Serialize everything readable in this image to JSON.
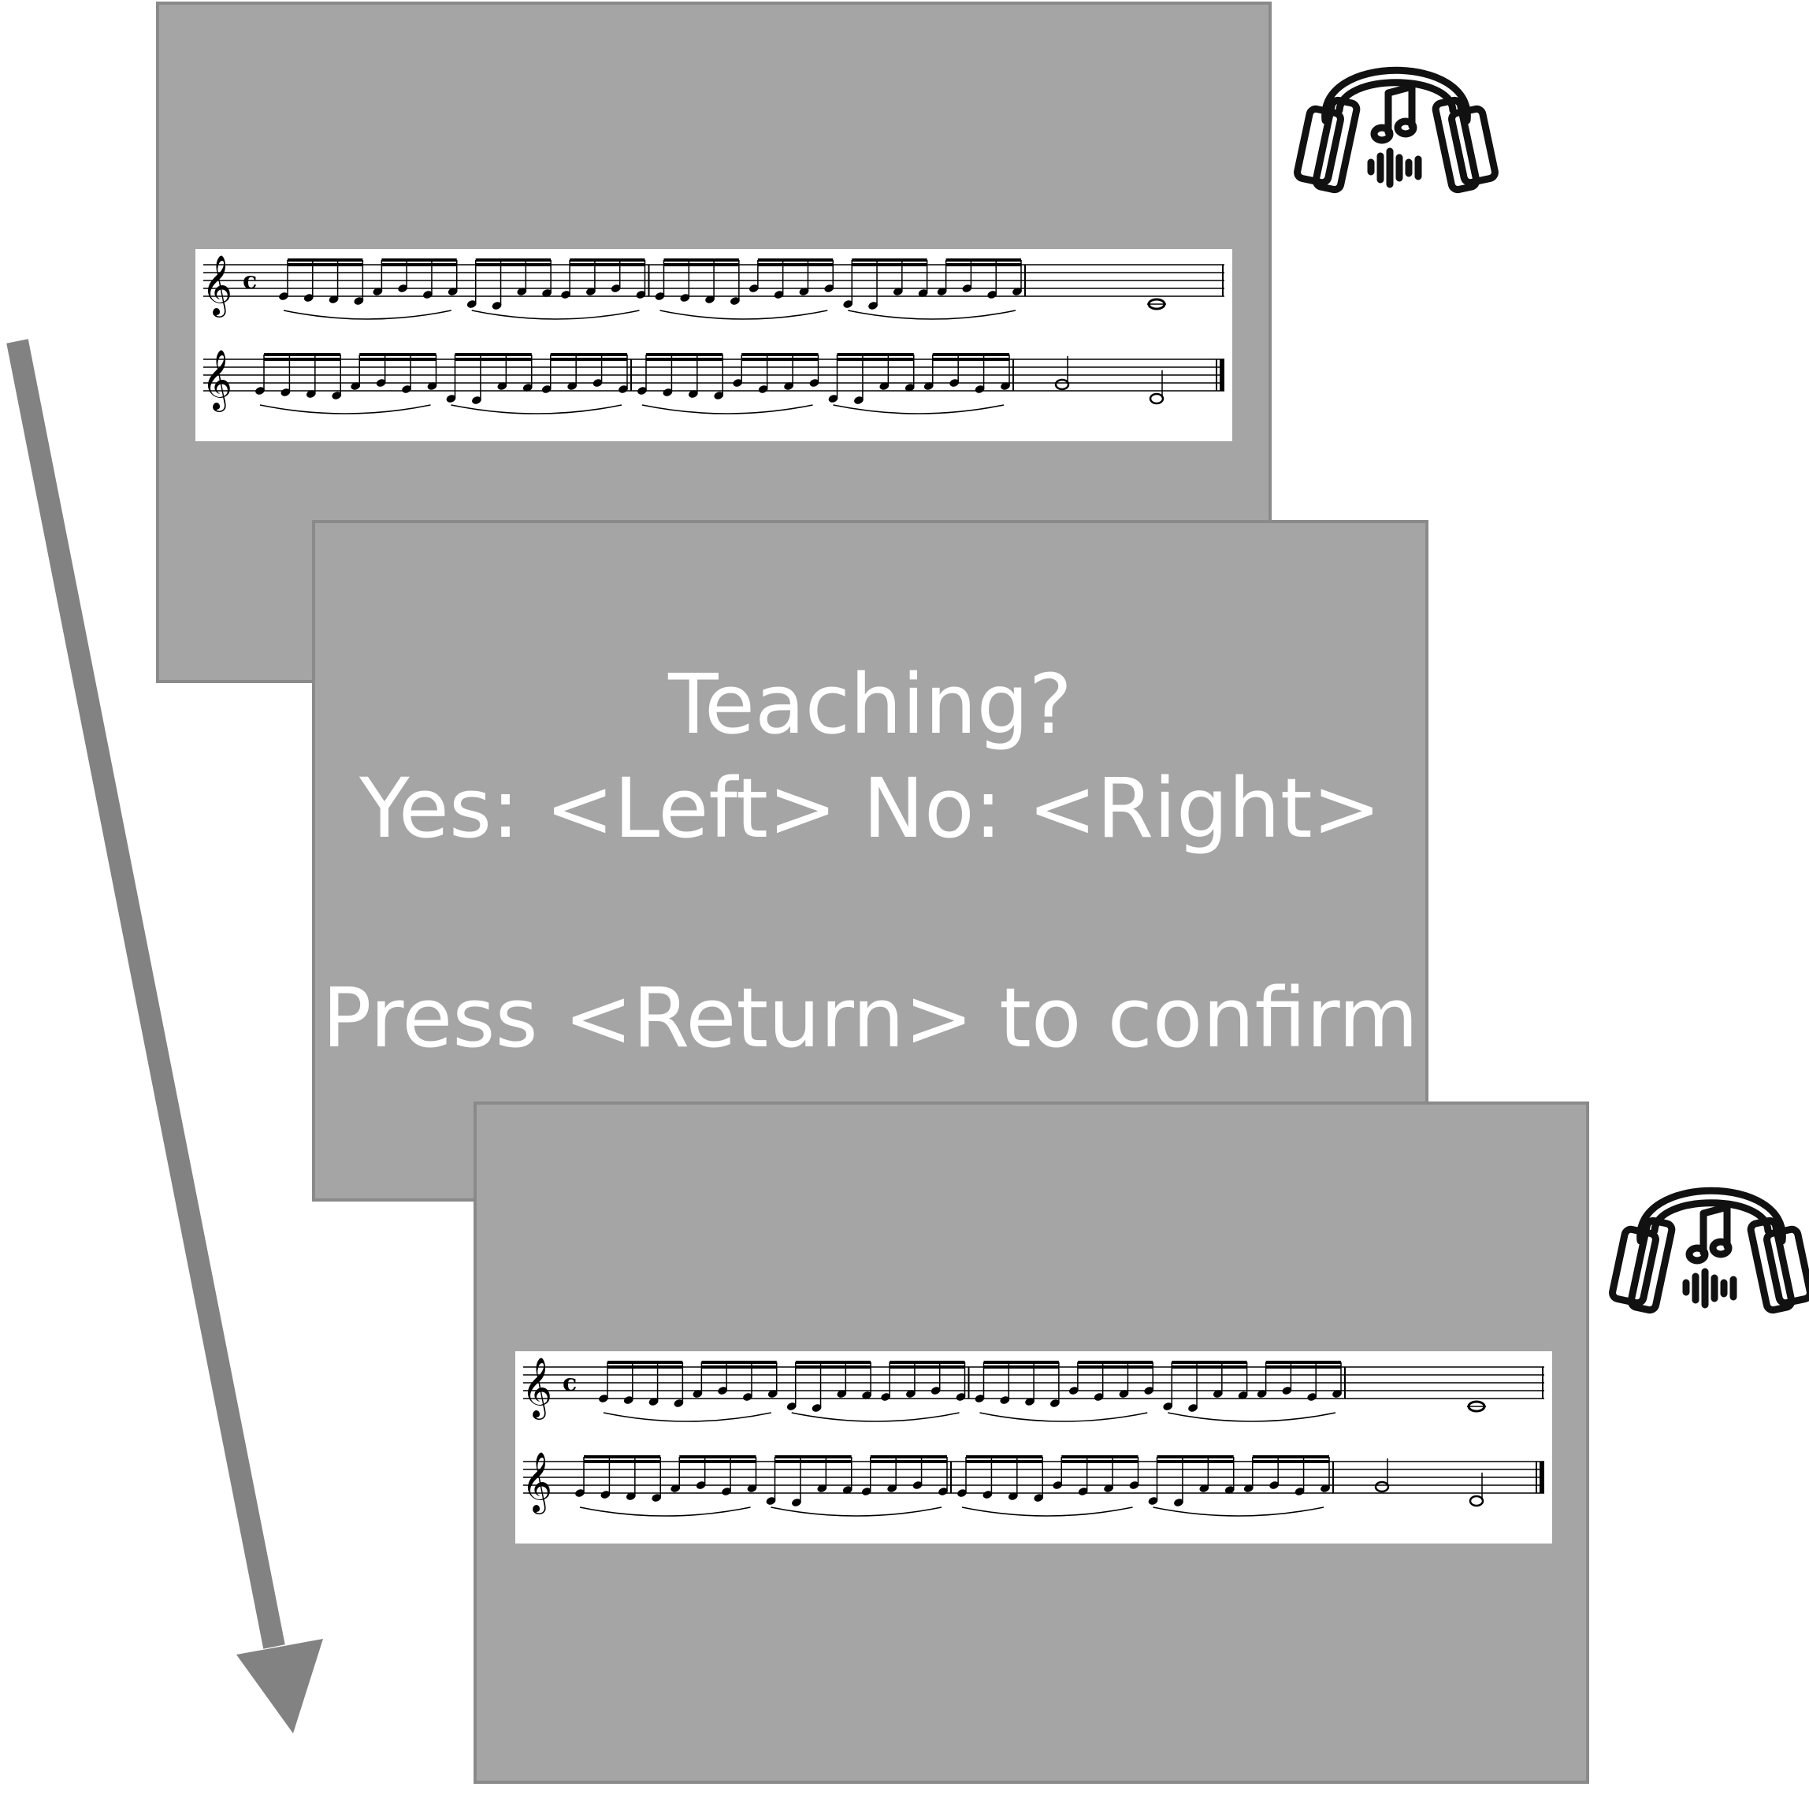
{
  "prompt": {
    "title": "Teaching?",
    "options": "Yes: <Left> No: <Right>",
    "confirm": "Press <Return> to confirm"
  },
  "icons": {
    "audio": "headphones-music-icon",
    "time": "down-arrow-icon",
    "score": "music-score-icon"
  },
  "colors": {
    "screen": "#a5a5a5",
    "screen_border": "#8a8a8a",
    "arrow": "#828282",
    "text": "#ffffff"
  },
  "score": {
    "time_signature": "c"
  }
}
